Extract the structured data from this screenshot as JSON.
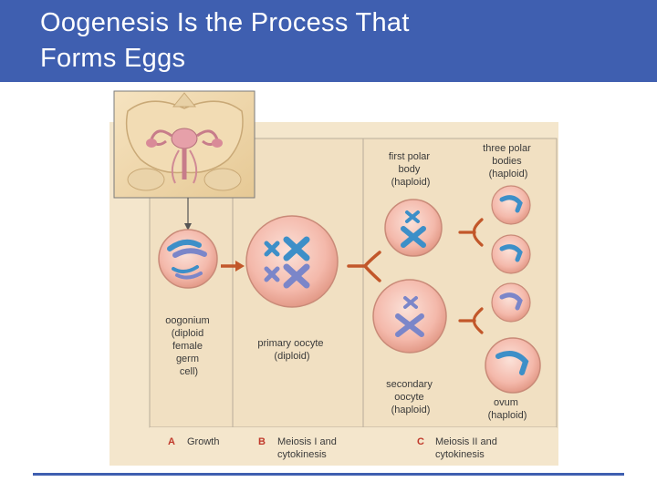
{
  "slide": {
    "title_line1": "Oogenesis Is the Process That",
    "title_line2": "Forms Eggs"
  },
  "figure": {
    "labels": {
      "oogonium": [
        "oogonium",
        "(diploid",
        "female",
        "germ",
        "cell)"
      ],
      "primary_oocyte": [
        "primary oocyte",
        "(diploid)"
      ],
      "first_polar_body": [
        "first polar",
        "body",
        "(haploid)"
      ],
      "three_polar_bodies": [
        "three polar",
        "bodies",
        "(haploid)"
      ],
      "secondary_oocyte": [
        "secondary",
        "oocyte",
        "(haploid)"
      ],
      "ovum": [
        "ovum",
        "(haploid)"
      ]
    },
    "stages": [
      {
        "letter": "A",
        "text": [
          "Growth"
        ]
      },
      {
        "letter": "B",
        "text": [
          "Meiosis I and",
          "cytokinesis"
        ]
      },
      {
        "letter": "C",
        "text": [
          "Meiosis II and",
          "cytokinesis"
        ]
      }
    ],
    "colors": {
      "panel": "#f4e6cc",
      "panel_dark": "#ecd9b8",
      "cell_fill": "#f6c0b4",
      "cell_border": "#c98a78",
      "chrom_blue": "#3d8fc8",
      "chrom_purple": "#7b86c9",
      "arrow": "#c2572a",
      "stage_letter": "#c0392b",
      "title_bar": "#3f5fb0"
    }
  }
}
